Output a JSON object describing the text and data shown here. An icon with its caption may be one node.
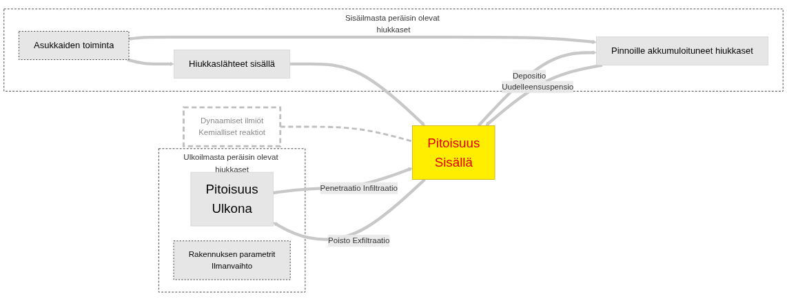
{
  "diagram": {
    "nodes": [
      {
        "text": [
          "Ulkoilmasta peräisin olevat hiukkaset"
        ]
      },
      {
        "text": [
          "Pitoisuus",
          "Ulkona"
        ],
        "in": 0
      },
      {
        "text": [
          "Rakennuksen parametrit",
          "Ilmanvaihto"
        ],
        "in": 0
      },
      {
        "text": [
          "Pitoisuus",
          "Sisällä"
        ]
      },
      {
        "text": [
          "Dynaamiset ilmiöt",
          "Kemialliset reaktiot"
        ]
      },
      {
        "text": [
          "Sisäilmasta peräisin olevat hiukkaset"
        ]
      },
      {
        "text": [
          "Pinnoille akkumuloituneet hiukkaset"
        ],
        "in": 5
      },
      {
        "text": [
          "Hiukkaslähteet sisällä"
        ],
        "in": 5
      },
      {
        "text": [
          "Asukkaiden toiminta"
        ],
        "in": 5
      }
    ],
    "edges": [
      {
        "from": 1,
        "to": 3,
        "arrow": "to",
        "label": "Penetraatio Infiltraatio"
      },
      {
        "from": 3,
        "to": 1,
        "arrow": "to",
        "label": "Poisto Exfiltraatio"
      },
      {
        "from": 3,
        "to": 6,
        "arrow": "to",
        "label": "Depositio"
      },
      {
        "from": 6,
        "to": 3,
        "arrow": "to",
        "label": "Uudelleensuspensio"
      },
      {
        "from": 7,
        "to": 3,
        "arrow": "to"
      },
      {
        "from": 8,
        "to": 6,
        "arrow": "to"
      },
      {
        "from": 8,
        "to": 7,
        "arrow": "to"
      },
      {
        "from": 4,
        "to": 3,
        "arrow": "none",
        "style": "dashed",
        "color": "#bfbfbf"
      }
    ]
  }
}
